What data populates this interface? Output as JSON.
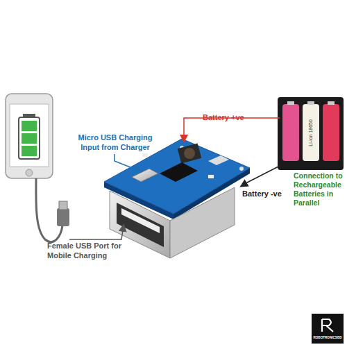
{
  "diagram": {
    "labels": [
      "Battery +ve",
      "Micro USB Charging Input from Charger",
      "Battery -ve",
      "Connection to Rechargeable Batteries in Parallel",
      "Female USB Port for Mobile Charging",
      "Li-ion 18650",
      "ROBOTRONICSBD"
    ]
  }
}
